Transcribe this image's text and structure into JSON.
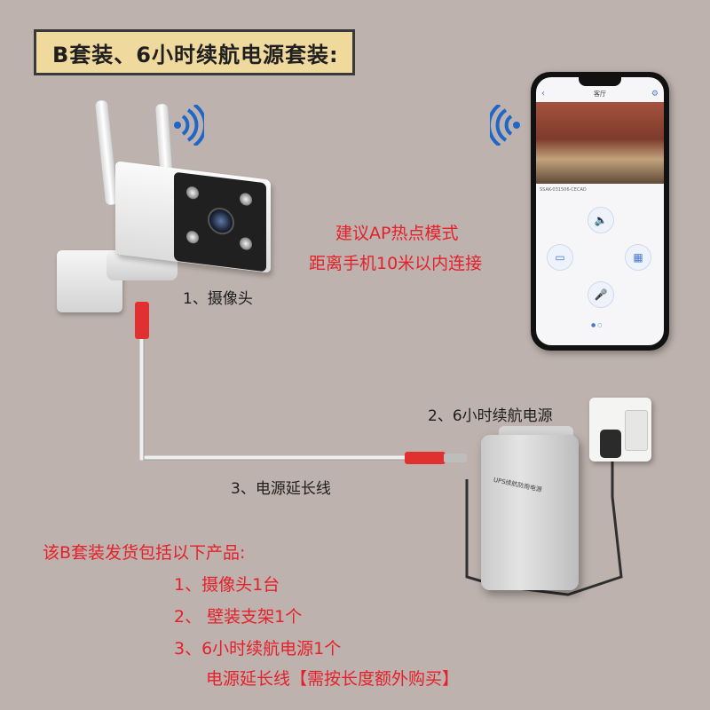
{
  "header": {
    "title": "B套装、6小时续航电源套装:"
  },
  "labels": {
    "camera": "1、摄像头",
    "power_supply": "2、6小时续航电源",
    "extension_cable": "3、电源延长线"
  },
  "notice": {
    "line1": "建议AP热点模式",
    "line2": "距离手机10米以内连接"
  },
  "phone_app": {
    "title": "客厅",
    "device_id": "SSAK-031506-CECAD"
  },
  "ups_device": {
    "label": "UPS续航防雨电源"
  },
  "package": {
    "heading": "该B套装发货包括以下产品:",
    "items": [
      "1、摄像头1台",
      "2、 壁装支架1个",
      "3、6小时续航电源1个",
      "电源延长线【需按长度额外购买】"
    ]
  },
  "colors": {
    "accent_red": "#e5202a",
    "title_bg": "#efd99c",
    "background": "#bdb2ad"
  },
  "icons": [
    "wifi-icon",
    "back-icon",
    "settings-icon",
    "speaker-icon",
    "record-icon",
    "gallery-icon",
    "microphone-icon"
  ]
}
